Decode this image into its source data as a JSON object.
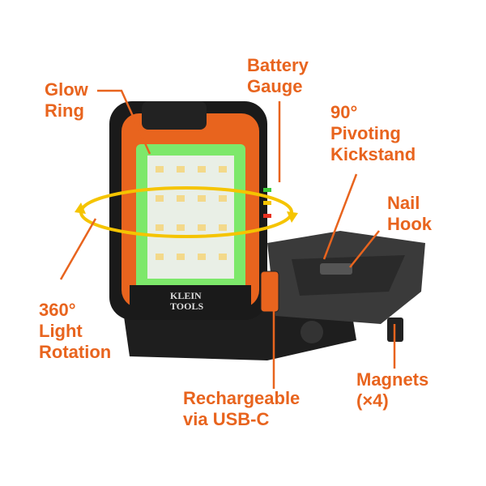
{
  "colors": {
    "accent": "#e8641e",
    "glow": "#7de86a",
    "ring": "#f5c400"
  },
  "logo": {
    "line1": "KLEIN",
    "line2": "TOOLS"
  },
  "callouts": {
    "glow_ring": [
      "Glow",
      "Ring"
    ],
    "battery_gauge": [
      "Battery",
      "Gauge"
    ],
    "kickstand": [
      "90°",
      "Pivoting",
      "Kickstand"
    ],
    "nail_hook": [
      "Nail",
      "Hook"
    ],
    "rotation": [
      "360°",
      "Light",
      "Rotation"
    ],
    "magnets": [
      "Magnets",
      "(×4)"
    ],
    "usb": [
      "Rechargeable",
      "via USB-C"
    ]
  }
}
